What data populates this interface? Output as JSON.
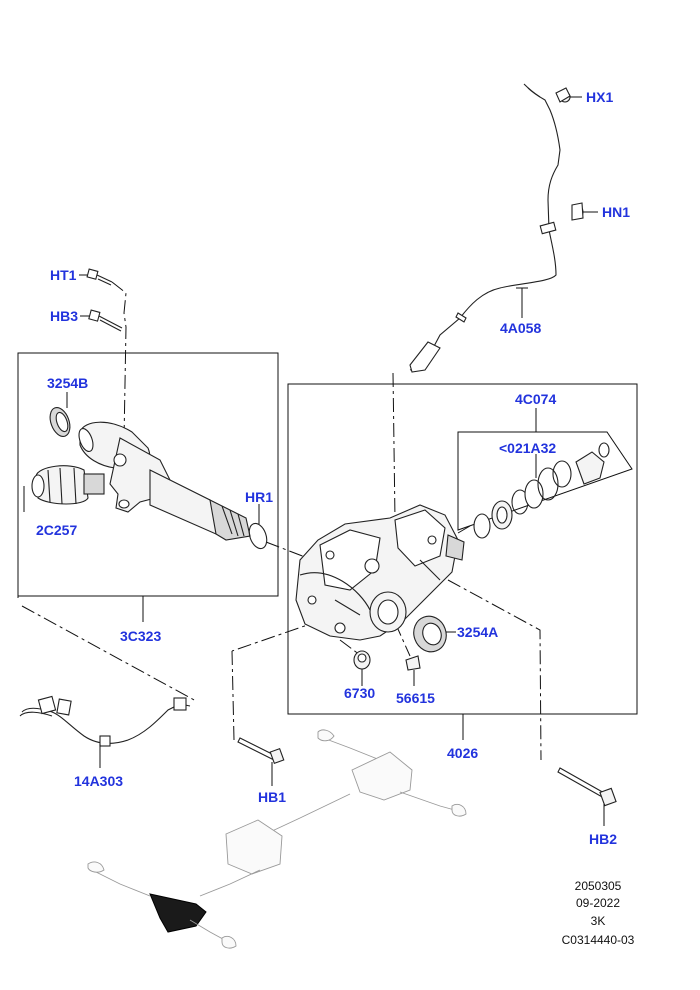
{
  "callouts": {
    "HX1": "HX1",
    "HN1": "HN1",
    "HT1": "HT1",
    "HB3": "HB3",
    "4A058": "4A058",
    "3254B": "3254B",
    "HR1": "HR1",
    "2C257": "2C257",
    "3C323": "3C323",
    "4C074": "4C074",
    "021A32": "<021A32",
    "3254A": "3254A",
    "6730": "6730",
    "56615": "56615",
    "4026": "4026",
    "14A303": "14A303",
    "HB1": "HB1",
    "HB2": "HB2"
  },
  "footer": {
    "line1": "2050305",
    "line2": "09-2022",
    "line3": "3K",
    "line4": "C0314440-03"
  },
  "colors": {
    "callout": "#2233dd",
    "lines": "#111111",
    "background": "#ffffff"
  }
}
